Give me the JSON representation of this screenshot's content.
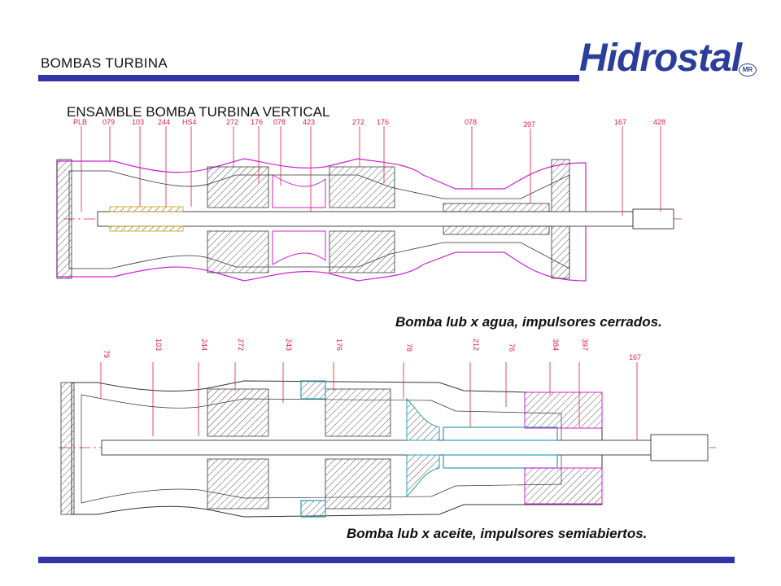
{
  "header": {
    "section_title": "BOMBAS TURBINA",
    "logo_text": "Hidrostal",
    "logo_mark": "MR"
  },
  "assembly": {
    "title": "ENSAMBLE BOMBA TURBINA VERTICAL"
  },
  "pump_top": {
    "caption": "Bomba lub x agua, impulsores cerrados.",
    "part_labels": [
      "PLB",
      "079",
      "103",
      "244",
      "HS4",
      "272",
      "176",
      "078",
      "423",
      "272",
      "176",
      "078",
      "397",
      "167",
      "428"
    ]
  },
  "pump_bottom": {
    "caption": "Bomba lub x aceite, impulsores semiabiertos.",
    "part_labels": [
      "79",
      "103",
      "244",
      "272",
      "243",
      "176",
      "78",
      "212",
      "76",
      "384",
      "397",
      "167"
    ]
  },
  "colors": {
    "accent_bar": "#3333aa",
    "logo": "#2a3e9a",
    "outline": "#d020d0",
    "hatch": "#c8a000",
    "label": "#e02040",
    "centerline": "#e02040"
  }
}
